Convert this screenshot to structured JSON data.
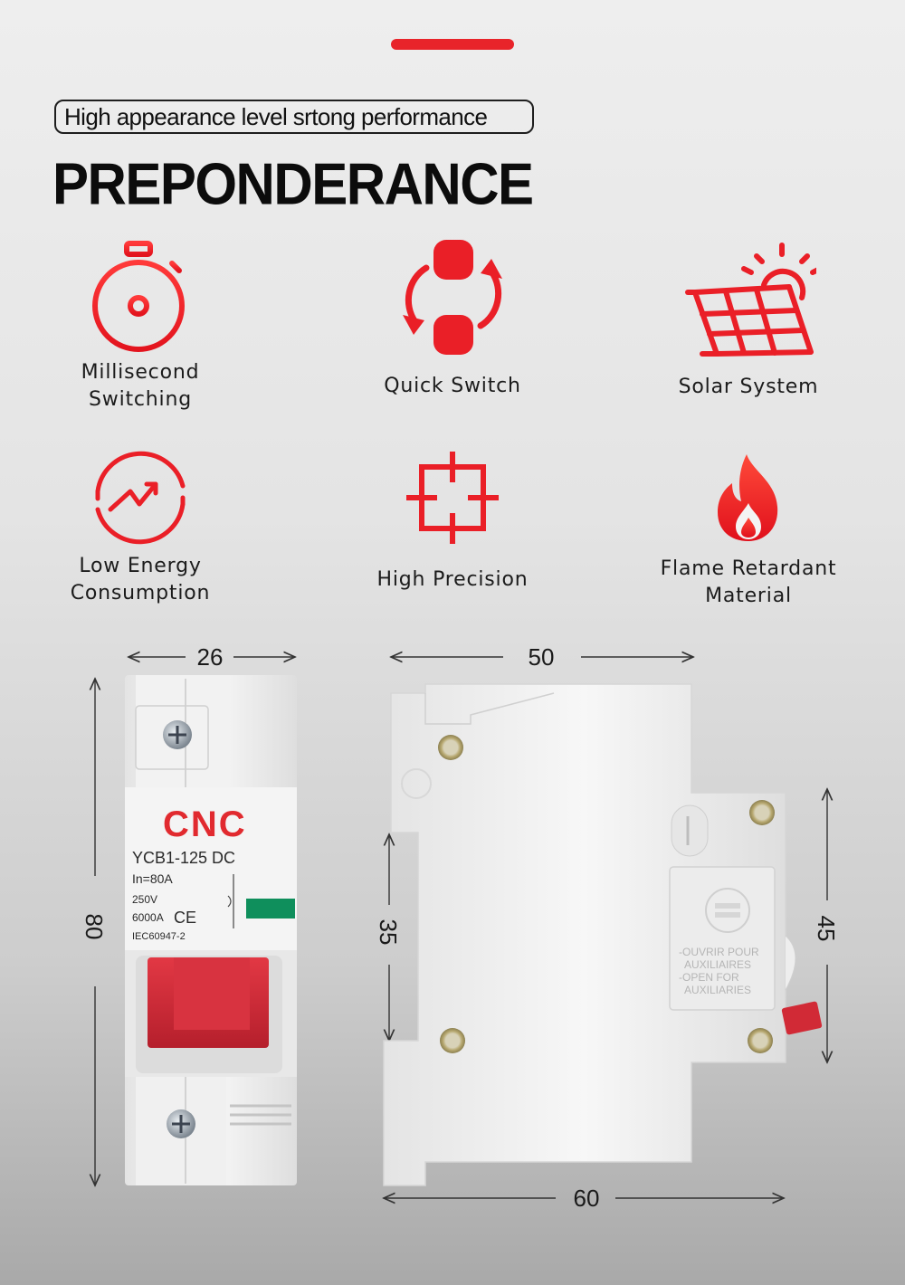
{
  "tagline": "High appearance level srtong performance",
  "headline": "PREPONDERANCE",
  "colors": {
    "accent": "#e8242a",
    "breaker_body": "#efefef",
    "handle": "#d9303b",
    "indicator": "#0f8f5c"
  },
  "features": [
    {
      "icon": "stopwatch-icon",
      "label": "Millisecond\nSwitching"
    },
    {
      "icon": "quick-switch-icon",
      "label": "Quick Switch"
    },
    {
      "icon": "solar-panel-icon",
      "label": "Solar System"
    },
    {
      "icon": "low-energy-icon",
      "label": "Low Energy\nConsumption"
    },
    {
      "icon": "crosshair-icon",
      "label": "High Precision"
    },
    {
      "icon": "flame-icon",
      "label": "Flame Retardant\nMaterial"
    }
  ],
  "dimensions": {
    "front_width": "26",
    "front_height": "80",
    "side_top_width": "50",
    "side_bottom_width": "60",
    "side_rail_height": "35",
    "side_right_height": "45"
  },
  "breaker": {
    "brand": "CNC",
    "model": "YCB1-125 DC",
    "current": "In=80A",
    "voltage": "250V",
    "breaking_capacity": "6000A",
    "standard": "IEC60947-2",
    "ce_mark": "CE",
    "side_label_1": "-OUVRIR POUR",
    "side_label_2": "AUXILIAIRES",
    "side_label_3": "-OPEN FOR",
    "side_label_4": "AUXILIARIES"
  }
}
